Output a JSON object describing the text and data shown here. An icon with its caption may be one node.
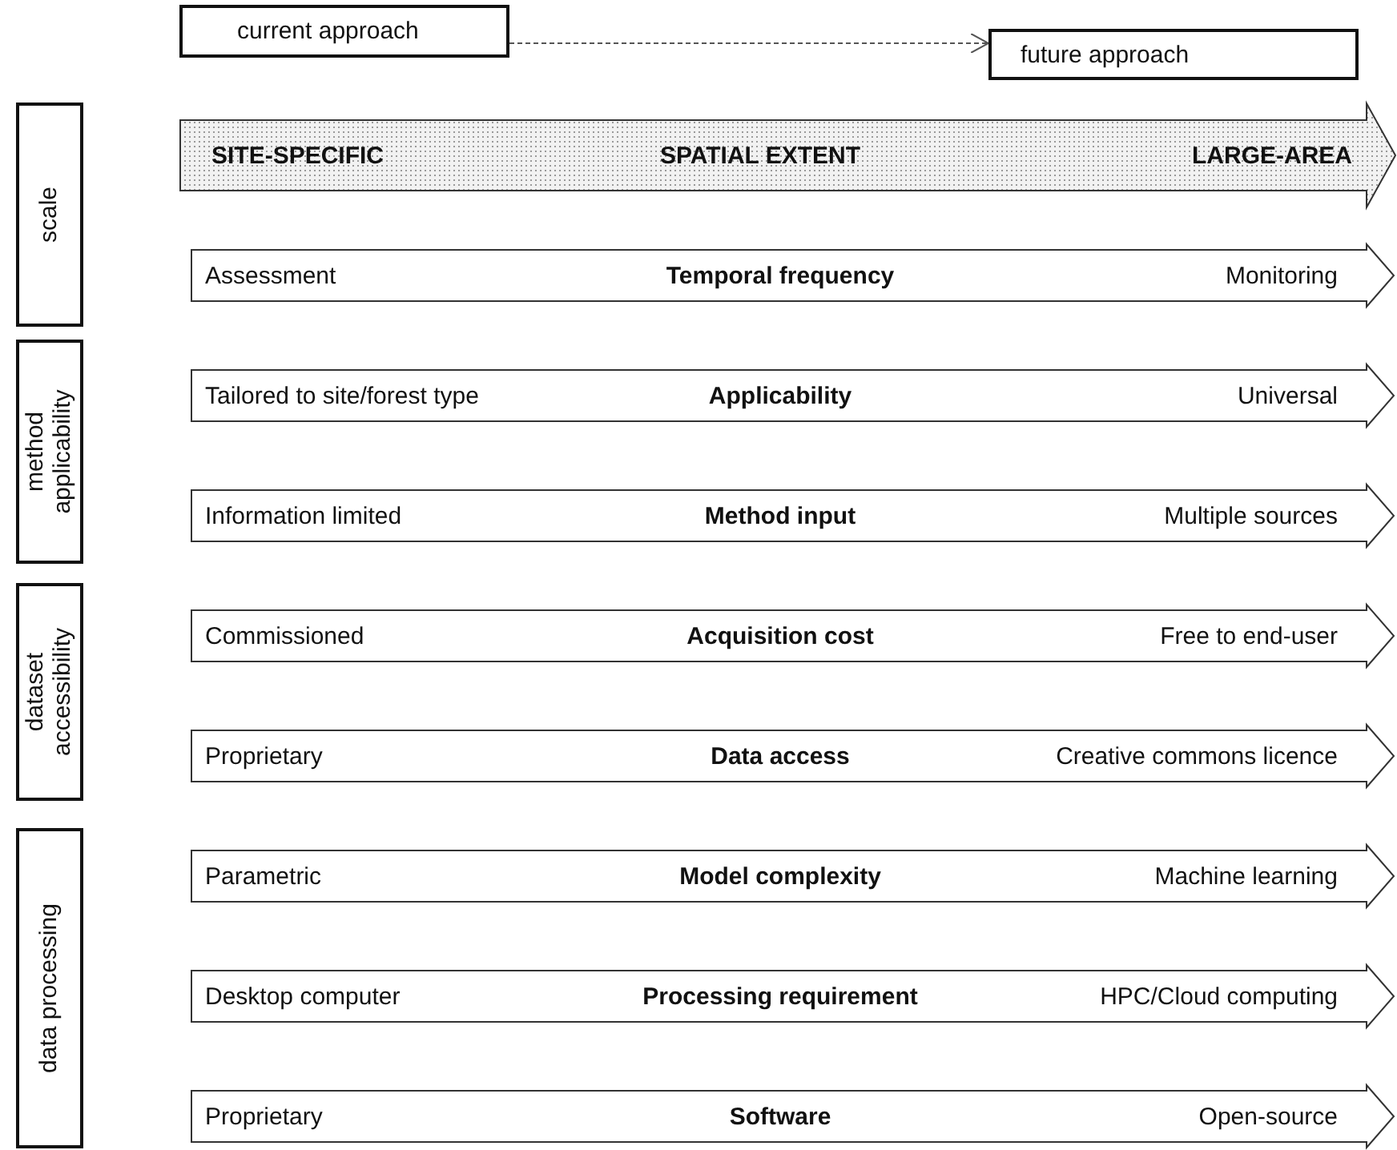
{
  "diagram": {
    "nodes": [
      {
        "text": [
          "current approach"
        ]
      },
      {
        "text": [
          "future approach"
        ]
      },
      {
        "text": [
          "scale"
        ]
      },
      {
        "text": [
          "method applicability"
        ]
      },
      {
        "text": [
          "dataset accessibility"
        ]
      },
      {
        "text": [
          "data processing"
        ]
      },
      {
        "text": [
          "SITE-SPECIFIC",
          "SPATIAL EXTENT",
          "LARGE-AREA"
        ]
      },
      {
        "text": [
          "Assessment",
          "Temporal frequency",
          "Monitoring"
        ]
      },
      {
        "text": [
          "Tailored to site/forest type",
          "Applicability",
          "Universal"
        ]
      },
      {
        "text": [
          "Information limited",
          "Method input",
          "Multiple sources"
        ]
      },
      {
        "text": [
          "Commissioned",
          "Acquisition cost",
          "Free to end-user"
        ]
      },
      {
        "text": [
          "Proprietary",
          "Data access",
          "Creative commons licence"
        ]
      },
      {
        "text": [
          "Parametric",
          "Model complexity",
          "Machine learning"
        ]
      },
      {
        "text": [
          "Desktop computer",
          "Processing requirement",
          "HPC/Cloud computing"
        ]
      },
      {
        "text": [
          "Proprietary",
          "Software",
          "Open-source"
        ]
      }
    ],
    "edges": [
      {
        "from": 0,
        "to": 1,
        "arrow": "to",
        "style": "dashed"
      }
    ]
  }
}
